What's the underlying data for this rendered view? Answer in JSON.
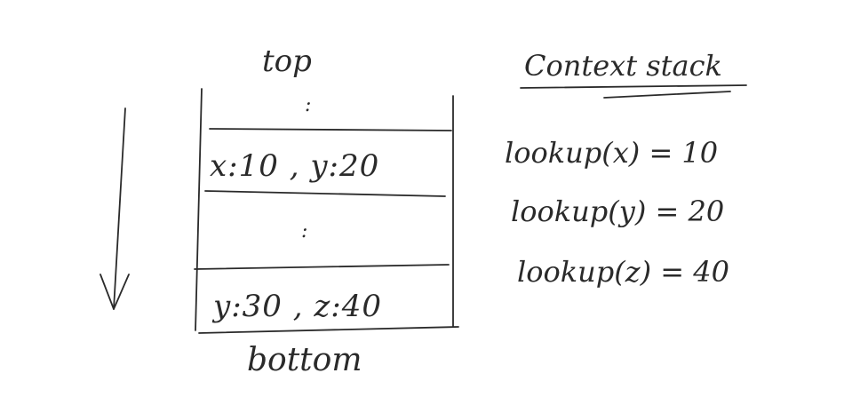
{
  "stack": {
    "top_label": "top",
    "bottom_label": "bottom",
    "frames": [
      {
        "text": "x:10 , y:20"
      },
      {
        "text": "y:30 , z:40"
      }
    ],
    "ellipsis": ":"
  },
  "context_stack": {
    "title": "Context stack",
    "lookups": [
      {
        "text": "lookup(x) = 10"
      },
      {
        "text": "lookup(y) = 20"
      },
      {
        "text": "lookup(z) = 40"
      }
    ]
  },
  "colors": {
    "ink": "#2a2a2a",
    "background": "#ffffff"
  }
}
